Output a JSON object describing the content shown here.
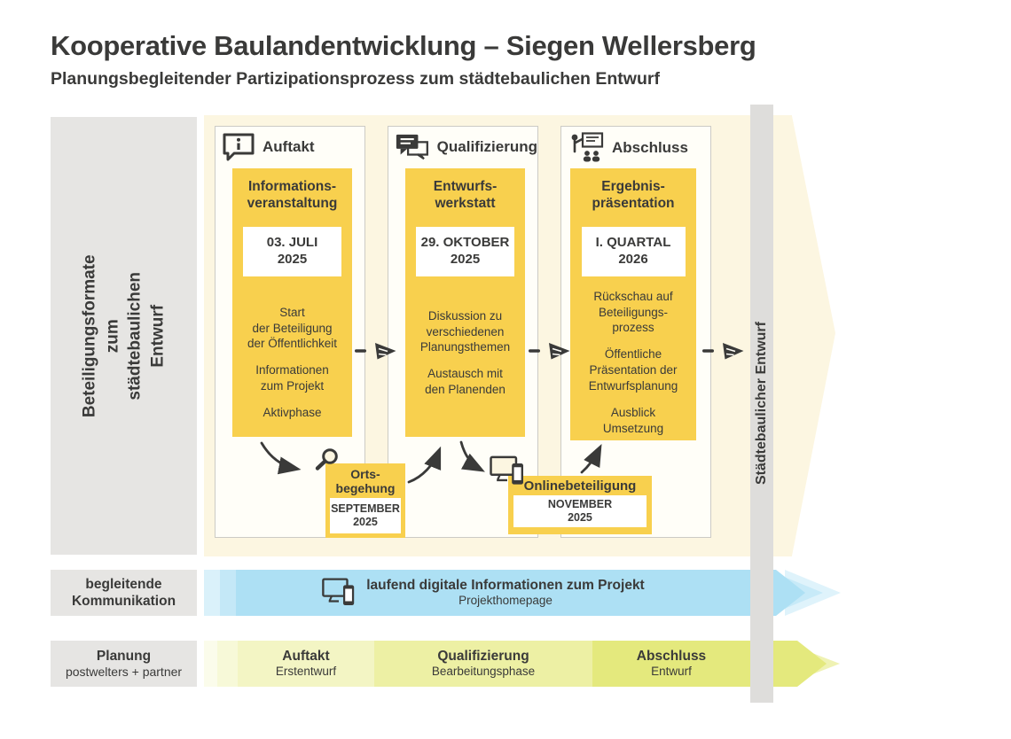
{
  "header": {
    "title": "Kooperative Baulandentwicklung – Siegen Wellersberg",
    "subtitle": "Planungsbegleitender Partizipationsprozess zum städtebaulichen Entwurf"
  },
  "left_rail": {
    "label": "Beteiligungsformate\nzum städtebaulichen Entwurf"
  },
  "right_rail": {
    "label": "Städtebaulicher Entwurf"
  },
  "phases": [
    {
      "header": "Auftakt",
      "icon": "info-bubble-icon",
      "card": {
        "title": "Informations-\nveranstaltung",
        "date": "03. JULI\n2025",
        "items": [
          "Start\nder Beteiligung\nder Öffentlichkeit",
          "Informationen\nzum Projekt",
          "Aktivphase"
        ]
      }
    },
    {
      "header": "Qualifizierung",
      "icon": "chat-bubbles-icon",
      "card": {
        "title": "Entwurfs-\nwerkstatt",
        "date": "29. OKTOBER\n2025",
        "items": [
          "Diskussion zu\nverschiedenen\nPlanungsthemen",
          "Austausch mit\nden Planenden"
        ]
      }
    },
    {
      "header": "Abschluss",
      "icon": "presentation-icon",
      "card": {
        "title": "Ergebnis-\npräsentation",
        "date": "I. QUARTAL\n2026",
        "items": [
          "Rückschau auf\nBeteiligungs-\nprozess",
          "Öffentliche\nPräsentation der\nEntwurfsplanung",
          "Ausblick\nUmsetzung"
        ]
      }
    }
  ],
  "sub_events": [
    {
      "title": "Orts-\nbegehung",
      "date": "SEPTEMBER\n2025",
      "icon": "magnifier-icon"
    },
    {
      "title": "Onlinebeteiligung",
      "date": "NOVEMBER\n2025",
      "icon": "devices-icon"
    }
  ],
  "communication_row": {
    "label": "begleitende\nKommunikation",
    "icon": "devices-icon",
    "title": "laufend digitale Informationen zum Projekt",
    "subtitle": "Projekthomepage"
  },
  "planning_row": {
    "label_title": "Planung",
    "label_subtitle": "postwelters + partner",
    "segments": [
      {
        "title": "Auftakt",
        "subtitle": "Erstentwurf"
      },
      {
        "title": "Qualifizierung",
        "subtitle": "Bearbeitungsphase"
      },
      {
        "title": "Abschluss",
        "subtitle": "Entwurf"
      }
    ]
  },
  "colors": {
    "text": "#3A3A39",
    "accent_yellow": "#F8D04E",
    "cream_arrow": "#FCF6E1",
    "panel_gray": "#E6E5E3",
    "bar_gray": "#DEDDDB",
    "blue_main": "#ADE0F4",
    "blue_mid": "#C7EAF8",
    "blue_light": "#DFF3FB",
    "green_abschluss": "#E4E97D",
    "green_qualifizierung": "#EDF0A4",
    "green_auftakt": "#F3F5C4"
  }
}
